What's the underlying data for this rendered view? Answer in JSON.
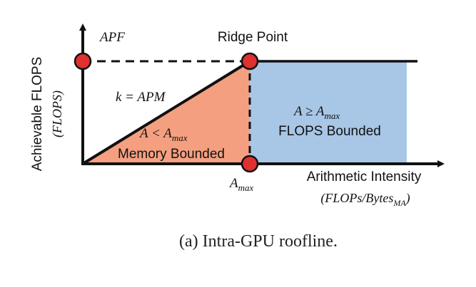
{
  "diagram": {
    "y_axis": {
      "label": "Achievable FLOPS",
      "unit": "(FLOPS)",
      "peak_label": "APF"
    },
    "x_axis": {
      "label": "Arithmetic Intensity",
      "unit_base": "(FLOPs/Bytes",
      "unit_sub": "MA",
      "unit_close": ")",
      "ridge_tick_base": "A",
      "ridge_tick_sub": "max"
    },
    "ridge_point_label": "Ridge Point",
    "slope_label": "k = APM",
    "memory_region": {
      "condition_base": "A < A",
      "condition_sub": "max",
      "label": "Memory Bounded"
    },
    "flops_region": {
      "condition_base": "A ≥ A",
      "condition_sub": "max",
      "label": "FLOPS Bounded"
    },
    "caption": "(a) Intra-GPU roofline.",
    "colors": {
      "memory_region": "#f4a080",
      "flops_region": "#a8c6e6",
      "markers": "#e03030",
      "lines": "#111111"
    }
  }
}
